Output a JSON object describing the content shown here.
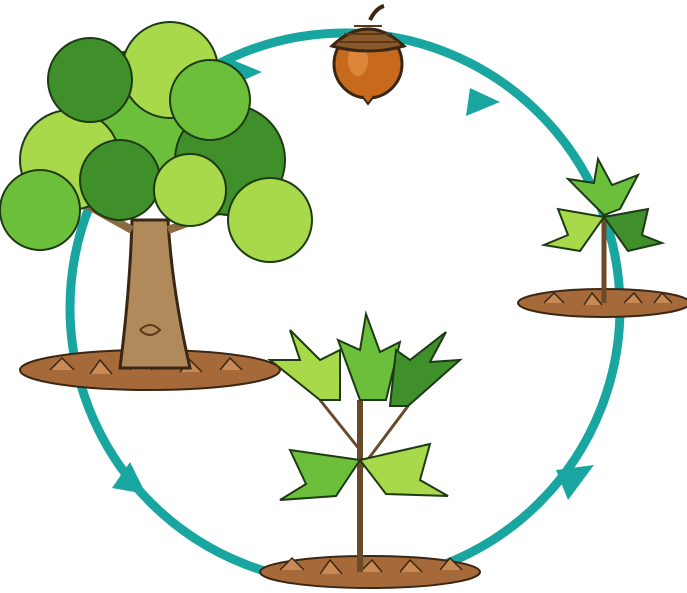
{
  "diagram": {
    "stages": [
      {
        "id": "acorn",
        "icon": "acorn-icon"
      },
      {
        "id": "sprout",
        "icon": "sprout-icon"
      },
      {
        "id": "sapling",
        "icon": "sapling-icon"
      },
      {
        "id": "mature-tree",
        "icon": "oak-tree-icon"
      }
    ],
    "cycle_direction": "clockwise",
    "colors": {
      "cycle_ring": "#1aa6a0",
      "leaf_light": "#a8d94a",
      "leaf_mid": "#6cbf3a",
      "leaf_dark": "#3f8f2a",
      "trunk": "#b08a5a",
      "acorn_nut": "#c86a1e",
      "acorn_cap": "#8a5a2b",
      "ground_leaves": "#a66a3a"
    }
  }
}
